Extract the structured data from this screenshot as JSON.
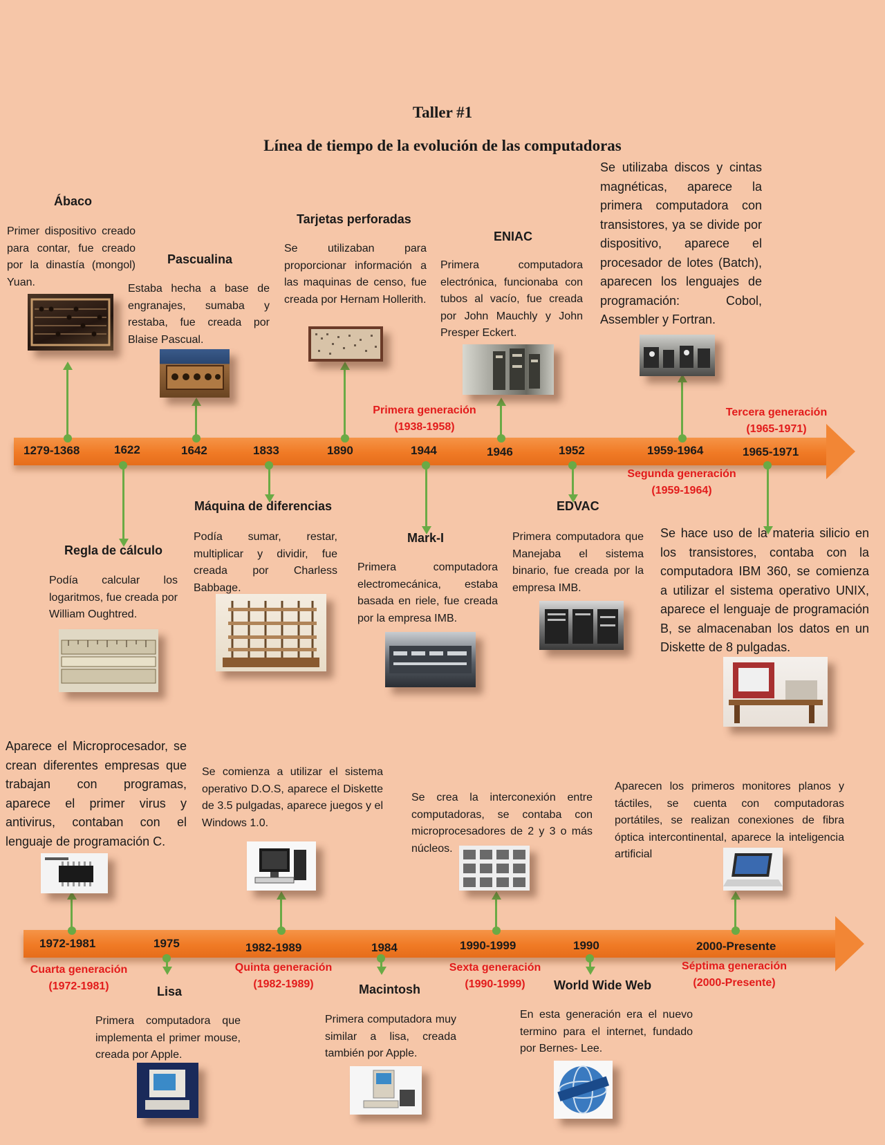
{
  "header": {
    "title": "Taller #1",
    "subtitle": "Línea de tiempo de la evolución de las computadoras"
  },
  "timeline1": {
    "years": [
      "1279-1368",
      "1622",
      "1642",
      "1833",
      "1890",
      "1944",
      "1946",
      "1952",
      "1959-1964",
      "1965-1971"
    ],
    "generations": {
      "primera": "Primera generación\n(1938-1958)",
      "segunda": "Segunda generación\n(1959-1964)",
      "tercera": "Tercera generación\n(1965-1971)"
    },
    "events": {
      "abaco": {
        "title": "Ábaco",
        "text": "Primer dispositivo creado para contar, fue creado por la dinastía (mongol) Yuan.",
        "image": "abacus-photo"
      },
      "pascualina": {
        "title": "Pascualina",
        "text": "Estaba hecha a base de engranajes, sumaba y restaba, fue creada por Blaise Pascual.",
        "image": "pascaline-photo"
      },
      "tarjetas": {
        "title": "Tarjetas perforadas",
        "text": "Se utilizaban para proporcionar información a las maquinas de censo, fue creada por Hernam Hollerith.",
        "image": "punch-card-photo"
      },
      "eniac": {
        "title": "ENIAC",
        "text": "Primera computadora electrónica, funcionaba con tubos al vacío, fue creada por John Mauchly y John Presper Eckert.",
        "image": "eniac-photo"
      },
      "segunda_gen": {
        "text": "Se utilizaba discos y cintas magnéticas, aparece la primera computadora con transistores, ya se divide por dispositivo, aparece el procesador de lotes (Batch), aparecen los lenguajes de programación: Cobol, Assembler y Fortran.",
        "image": "mainframe-room-photo"
      },
      "regla": {
        "title": "Regla de cálculo",
        "text": "Podía calcular los logaritmos, fue creada por William Oughtred.",
        "image": "slide-rule-photo"
      },
      "maquina": {
        "title": "Máquina de diferencias",
        "text": "Podía sumar, restar, multiplicar y dividir, fue creada por Charless Babbage.",
        "image": "difference-engine-photo"
      },
      "mark1": {
        "title": "Mark-I",
        "text": "Primera computadora electromecánica, estaba basada en riele, fue creada por la empresa IMB.",
        "image": "mark1-photo"
      },
      "edvac": {
        "title": "EDVAC",
        "text": "Primera computadora que Manejaba el sistema binario, fue creada por la empresa IMB.",
        "image": "edvac-photo"
      },
      "tercera_gen": {
        "text": "Se hace uso de la materia silicio en los transistores, contaba con la computadora IBM 360, se comienza a utilizar el sistema operativo UNIX, aparece el lenguaje de programación B, se almacenaban los datos en un Diskette de 8 pulgadas.",
        "image": "ibm360-photo"
      }
    }
  },
  "timeline2": {
    "years": [
      "1972-1981",
      "1975",
      "1982-1989",
      "1984",
      "1990-1999",
      "1990",
      "2000-Presente"
    ],
    "generations": {
      "cuarta": "Cuarta generación\n(1972-1981)",
      "quinta": "Quinta generación\n(1982-1989)",
      "sexta": "Sexta generación\n(1990-1999)",
      "septima": "Séptima generación\n(2000-Presente)"
    },
    "events": {
      "cuarta": {
        "text": "Aparece el Microprocesador, se crean diferentes empresas que trabajan con programas, aparece el primer virus y antivirus, contaban con el lenguaje de programación C.",
        "image": "microchip-photo"
      },
      "quinta": {
        "text": "Se comienza a utilizar el sistema operativo D.O.S, aparece el Diskette de 3.5 pulgadas, aparece juegos y el Windows 1.0.",
        "image": "desktop-pc-photo"
      },
      "sexta": {
        "text": "Se crea la interconexión entre computadoras, se contaba con microprocesadores de 2 y 3 o más núcleos.",
        "image": "computers-collage-photo"
      },
      "septima": {
        "text": "Aparecen los primeros monitores planos y táctiles, se cuenta con computadoras portátiles, se realizan conexiones de fibra óptica intercontinental, aparece la inteligencia artificial",
        "image": "laptop-photo"
      },
      "lisa": {
        "title": "Lisa",
        "text": "Primera computadora que implementa el primer mouse, creada por Apple.",
        "image": "lisa-photo"
      },
      "macintosh": {
        "title": "Macintosh",
        "text": "Primera computadora muy similar a lisa, creada también por Apple.",
        "image": "macintosh-photo"
      },
      "www": {
        "title": "World Wide Web",
        "text": "En esta generación era el nuevo termino para el internet, fundado por Bernes- Lee.",
        "image": "www-globe-photo"
      }
    }
  },
  "colors": {
    "background": "#f6c6a8",
    "bar": "#f07a25",
    "connector": "#6aaa45",
    "generation": "#e21b1b"
  }
}
